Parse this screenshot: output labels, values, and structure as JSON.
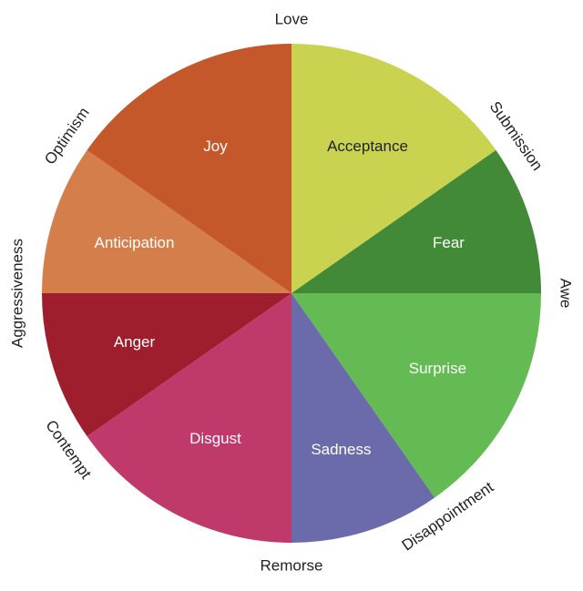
{
  "emotions": [
    {
      "label": "Acceptance",
      "color": "#c9d34f",
      "text_color": "#222222"
    },
    {
      "label": "Fear",
      "color": "#428a38",
      "text_color": "#ffffff"
    },
    {
      "label": "Surprise",
      "color": "#65bb53",
      "text_color": "#ffffff"
    },
    {
      "label": "Sadness",
      "color": "#6b6bab",
      "text_color": "#ffffff"
    },
    {
      "label": "Disgust",
      "color": "#bf3a6b",
      "text_color": "#ffffff"
    },
    {
      "label": "Anger",
      "color": "#9e1e2e",
      "text_color": "#ffffff"
    },
    {
      "label": "Anticipation",
      "color": "#d47e4b",
      "text_color": "#ffffff"
    },
    {
      "label": "Joy",
      "color": "#c5582a",
      "text_color": "#ffffff"
    }
  ],
  "dyads": [
    "Love",
    "Submission",
    "Awe",
    "Disappointment",
    "Remorse",
    "Contempt",
    "Aggressiveness",
    "Optimism"
  ]
}
